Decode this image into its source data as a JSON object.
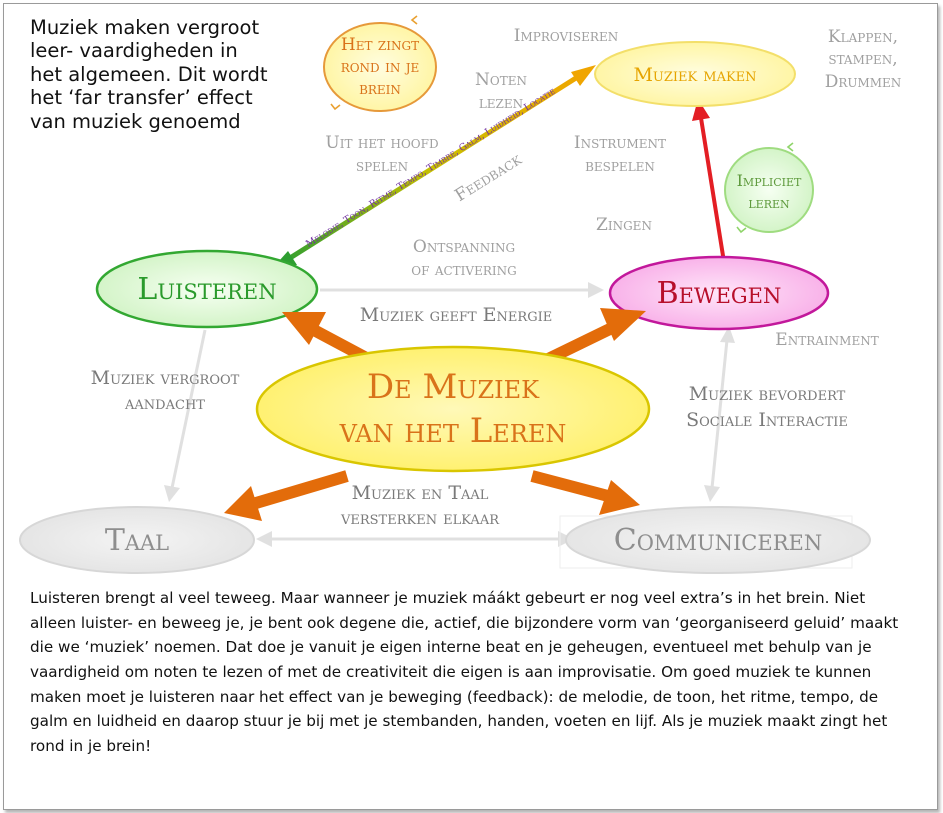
{
  "intro_text": "Muziek maken vergroot leer- vaardigheden in het algemeen. Dit wordt het ‘far transfer’ effect van muziek genoemd",
  "nodes": {
    "center_line1": "De Muziek",
    "center_line2": "van het Leren",
    "luisteren": "Luisteren",
    "bewegen": "Bewegen",
    "taal": "Taal",
    "communiceren": "Communiceren",
    "muziek_maken": "Muziek maken",
    "zingt_line1": "Het zingt",
    "zingt_line2": "rond in je",
    "zingt_line3": "brein",
    "impliciet_line1": "Impliciet",
    "impliciet_line2": "leren"
  },
  "labels": {
    "improviseren": "Improviseren",
    "klappen_line1": "Klappen,",
    "klappen_line2": "stampen,",
    "klappen_line3": "Drummen",
    "noten_line1": "Noten",
    "noten_line2": "lezen",
    "instrument_line1": "Instrument",
    "instrument_line2": "bespelen",
    "uit_hoofd_line1": "Uit het hoofd",
    "uit_hoofd_line2": "spelen",
    "feedback_detail": "Melodie, Toon, Ritme, Tempo, Timbre, Galm, Luidheid, Locatie",
    "feedback": "Feedback",
    "zingen": "Zingen",
    "ontspanning_line1": "Ontspanning",
    "ontspanning_line2": "of activering",
    "muziek_energie": "Muziek geeft Energie",
    "entrainment": "Entrainment",
    "aandacht_line1": "Muziek vergroot",
    "aandacht_line2": "aandacht",
    "sociaal_line1": "Muziek bevordert",
    "sociaal_line2": "Sociale Interactie",
    "taal_line1": "Muziek en Taal",
    "taal_line2": "versterken elkaar"
  },
  "paragraph": "Luisteren brengt al veel teweeg. Maar wanneer je muziek máákt gebeurt er nog veel extra’s in het brein. Niet alleen luister- en beweeg je, je bent ook degene die, actief, die bijzondere vorm van ‘georganiseerd geluid’ maakt die we ‘muziek’ noemen. Dat doe je vanuit je eigen interne beat en je geheugen, eventueel met behulp van je vaardigheid om noten te lezen of met de creativiteit die eigen is aan improvisatie. Om goed muziek te kunnen maken moet je luisteren naar het effect van je beweging (feedback): de melodie, de toon, het ritme, tempo, de galm en luidheid en daarop stuur je bij met je stembanden, handen, voeten en lijf. Als je muziek maakt zingt het rond in je brein!",
  "colors": {
    "orange_arrow": "#e36c0a",
    "red_arrow": "#e31e24",
    "green_node": "#33a832",
    "pink_node": "#f7a8e6",
    "yellow_node": "#fff6a0",
    "gray_text": "#9c9c9c",
    "purple_text": "#7030a0"
  }
}
